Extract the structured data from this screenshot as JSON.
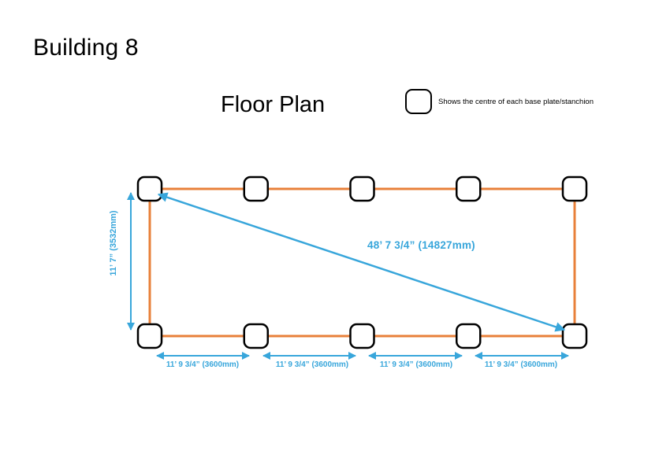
{
  "page": {
    "title": "Building 8",
    "subtitle": "Floor Plan"
  },
  "legend": {
    "symbol": "rounded-square-base-plate",
    "text": "Shows the centre of each base plate/stanchion"
  },
  "colors": {
    "outline": "#E8803A",
    "dimension": "#38A6DB",
    "stanchion_stroke": "#000000"
  },
  "dimensions": {
    "diagonal_label": "48’ 7 3/4”  (14827mm)",
    "height_label": "11’ 7” (3532mm)",
    "bay_labels": [
      "11’ 9 3/4” (3600mm)",
      "11’ 9 3/4” (3600mm)",
      "11’ 9 3/4” (3600mm)",
      "11’ 9 3/4” (3600mm)"
    ]
  },
  "stanchions": {
    "rows": 2,
    "columns": 5,
    "count": 10
  }
}
